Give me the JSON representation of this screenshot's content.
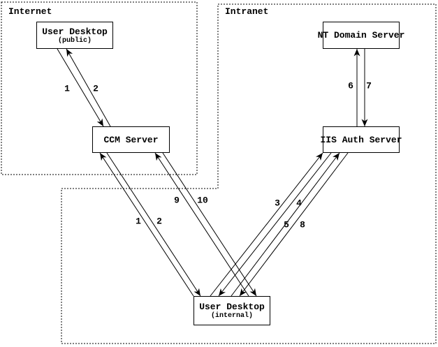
{
  "zones": {
    "internet": {
      "label": "Internet"
    },
    "intranet": {
      "label": "Intranet"
    }
  },
  "nodes": {
    "user_desktop_public": {
      "title": "User Desktop",
      "subtitle": "(public)"
    },
    "ccm_server": {
      "title": "CCM Server"
    },
    "nt_domain_server": {
      "title": "NT Domain Server"
    },
    "iis_auth_server": {
      "title": "IIS Auth Server"
    },
    "user_desktop_internal": {
      "title": "User Desktop",
      "subtitle": "(internal)"
    }
  },
  "flow_labels": {
    "public_to_ccm": "1",
    "ccm_to_public": "2",
    "internal_to_ccm_a": "1",
    "ccm_to_internal_a": "2",
    "internal_to_iis_a": "3",
    "iis_to_internal_a": "4",
    "internal_to_iis_b": "5",
    "iis_to_nt": "6",
    "nt_to_iis": "7",
    "iis_to_internal_b": "8",
    "internal_to_ccm_b": "9",
    "ccm_to_internal_b": "10"
  },
  "edges": [
    {
      "from": "User Desktop (public)",
      "to": "CCM Server",
      "label": "1"
    },
    {
      "from": "CCM Server",
      "to": "User Desktop (public)",
      "label": "2"
    },
    {
      "from": "User Desktop (internal)",
      "to": "CCM Server",
      "label": "1"
    },
    {
      "from": "CCM Server",
      "to": "User Desktop (internal)",
      "label": "2"
    },
    {
      "from": "User Desktop (internal)",
      "to": "IIS Auth Server",
      "label": "3"
    },
    {
      "from": "IIS Auth Server",
      "to": "User Desktop (internal)",
      "label": "4"
    },
    {
      "from": "User Desktop (internal)",
      "to": "IIS Auth Server",
      "label": "5"
    },
    {
      "from": "IIS Auth Server",
      "to": "NT Domain Server",
      "label": "6"
    },
    {
      "from": "NT Domain Server",
      "to": "IIS Auth Server",
      "label": "7"
    },
    {
      "from": "IIS Auth Server",
      "to": "User Desktop (internal)",
      "label": "8"
    },
    {
      "from": "User Desktop (internal)",
      "to": "CCM Server",
      "label": "9"
    },
    {
      "from": "CCM Server",
      "to": "User Desktop (internal)",
      "label": "10"
    }
  ],
  "colors": {
    "line": "#000000",
    "background": "#ffffff"
  }
}
